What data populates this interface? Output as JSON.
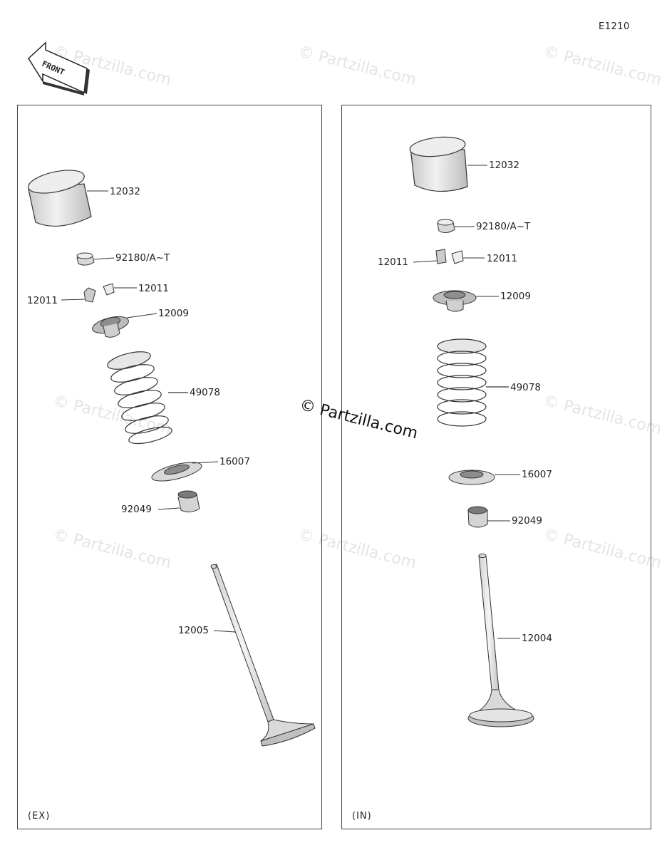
{
  "diagram_code": "E1210",
  "front_label": "FRONT",
  "watermark": "© Partzilla.com",
  "panels": {
    "exhaust": {
      "label": "(EX)",
      "parts": {
        "lifter": "12032",
        "shim": "92180/A~T",
        "cotter_right": "12011",
        "cotter_left": "12011",
        "retainer": "12009",
        "spring": "49078",
        "spring_seat": "16007",
        "seal": "92049",
        "valve": "12005"
      }
    },
    "intake": {
      "label": "(IN)",
      "parts": {
        "lifter": "12032",
        "shim": "92180/A~T",
        "cotter_left": "12011",
        "cotter_right": "12011",
        "retainer": "12009",
        "spring": "49078",
        "spring_seat": "16007",
        "seal": "92049",
        "valve": "12004"
      }
    }
  }
}
